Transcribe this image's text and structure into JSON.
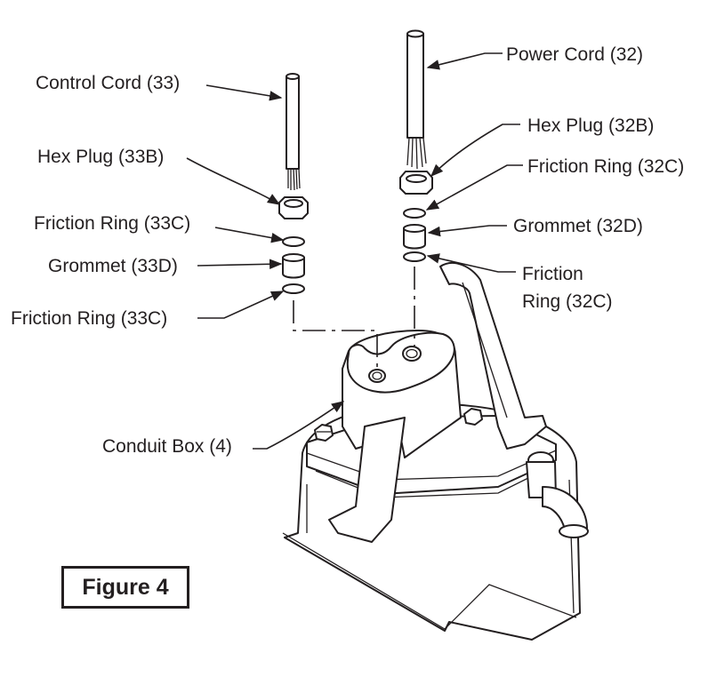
{
  "labels": {
    "control_cord": "Control Cord (33)",
    "hex_plug_33b": "Hex Plug (33B)",
    "friction_ring_33c_top": "Friction Ring (33C)",
    "grommet_33d": "Grommet (33D)",
    "friction_ring_33c_bottom": "Friction Ring (33C)",
    "power_cord": "Power Cord (32)",
    "hex_plug_32b": "Hex Plug (32B)",
    "friction_ring_32c_top": "Friction Ring (32C)",
    "grommet_32d": "Grommet (32D)",
    "friction_ring_32c_bottom_line1": "Friction",
    "friction_ring_32c_bottom_line2": "Ring (32C)",
    "conduit_box": "Conduit Box (4)"
  },
  "figure_label": "Figure 4",
  "colors": {
    "ink": "#231f20",
    "background": "#ffffff"
  }
}
